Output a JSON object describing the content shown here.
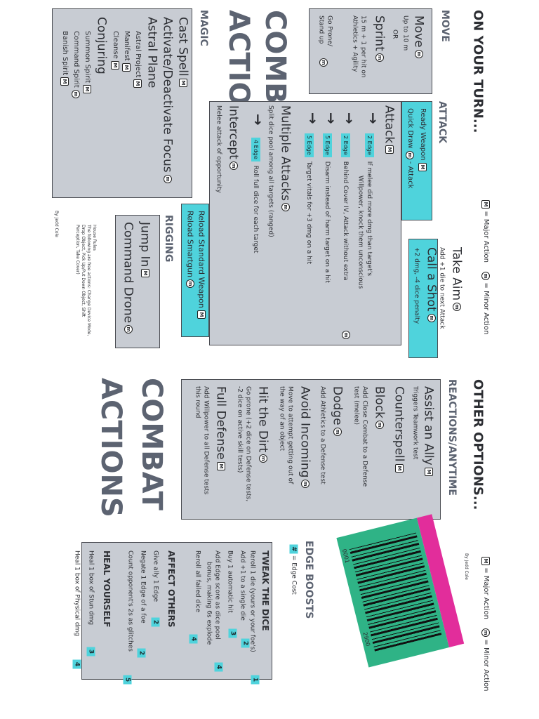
{
  "legend": {
    "major_label": "= Major Action",
    "minor_label": "= Minor Action",
    "major_symbol": "M",
    "minor_symbol": "m"
  },
  "on_your_turn": {
    "heading": "ON YOUR TURN...",
    "title_line1": "COMBAT",
    "title_line2": "ACTIONS",
    "move": {
      "section": "MOVE",
      "move": "Move",
      "move_sub": "Up to 10 m",
      "or": "OR",
      "sprint": "Sprint",
      "sprint_sub1": "15 m + 1 per hit on",
      "sprint_sub2": "Athletics + Agility",
      "prone1": "Go Prone/",
      "prone2": "Stand up"
    },
    "magic": {
      "section": "MAGIC",
      "items": [
        "Cast Spell",
        "Activate/Deactivate Focus",
        "Astral Plane"
      ],
      "astral_sub": [
        "Astral Project",
        "Manifest",
        "Cleanse"
      ],
      "conjuring": "Conjuring",
      "conjuring_sub": [
        "Summon Spirit",
        "Command Spirit",
        "Banish Spirit"
      ]
    },
    "attack": {
      "section": "ATTACK",
      "ready": "Ready Weapon",
      "quick": "Quick Draw",
      "quick_suffix": "- Attack",
      "attack": "Attack",
      "edges": [
        {
          "cost": "2 Edge",
          "text1": "If melee did more dmg than target's",
          "text2": "Willpower, knock them unconscious"
        },
        {
          "cost": "2 Edge",
          "text1": "Behind Cover IV, Attack without extra",
          "text2": ""
        },
        {
          "cost": "5 Edge",
          "text1": "Disarm instead of harm target on a hit",
          "text2": ""
        },
        {
          "cost": "5 Edge",
          "text1": "Target vitals for +3 dmg on a hit",
          "text2": ""
        }
      ],
      "multiple": "Multiple Attacks",
      "multiple_sub": "Split dice pool among all targets (ranged)",
      "multi_edge": "4 Edge",
      "multi_text": "Roll full dice for each target",
      "intercept": "Intercept",
      "intercept_sub": "Melee attack of opportunity"
    },
    "aim": {
      "take_aim": "Take Aim",
      "aim_sub": "Add +1 die to next Attack",
      "call_shot": "Call a Shot",
      "call_sub": "+2 dmg, -4 dice penalty"
    },
    "reload": {
      "line1": "Reload Standard Weapon",
      "line2": "Reload Smartgun"
    },
    "rigging": {
      "section": "RIGGING",
      "jump": "Jump In",
      "drone": "Command Drone"
    },
    "house_rules": {
      "title": "House Rules",
      "l1": "The following are free actions: Change Device Mode,",
      "l2": "Drop Object, Pick Up/Put Down Object, Shift",
      "l3": "Perception, Take Cover)",
      "credit": "By Jedd Cole"
    }
  },
  "other_options": {
    "heading": "OTHER OPTIONS...",
    "title_line1": "COMBAT",
    "title_line2": "ACTIONS",
    "reactions": {
      "section": "REACTIONS/ANYTIME",
      "assist": "Assist an Ally",
      "assist_sub": "Triggers Teamwork test",
      "counterspell": "Counterspell",
      "block": "Block",
      "block_sub1": "Add Close Combat to a Defense",
      "block_sub2": "test (melee)",
      "dodge": "Dodge",
      "dodge_sub": "Add Athletics to a Defense test",
      "avoid": "Avoid Incoming",
      "avoid_sub1": "Move to attempt getting out of",
      "avoid_sub2": "the way of an object",
      "dirt": "Hit the Dirt",
      "dirt_sub1": "Go prone (+2 dice on Defense tests,",
      "dirt_sub2": "-2 dice on active skill tests)",
      "full": "Full Defense",
      "full_sub1": "Add Willpower to all Defense tests",
      "full_sub2": "this round"
    },
    "edge_boosts": {
      "section": "EDGE BOOSTS",
      "legend_symbol": "#",
      "legend_text": "= Edge Cost",
      "tweak": "TWEAK THE DICE",
      "tweak_items": [
        {
          "text": "Reroll 1 die (yours or your foe's)",
          "cost": "1"
        },
        {
          "text": "Add +1 to a single die",
          "cost": "2"
        },
        {
          "text": "Buy 1 automatic hit",
          "cost": "3"
        },
        {
          "text": "Add Edge score as dice pool",
          "cost": "4"
        },
        {
          "text": "bonus, making 6s explode",
          "cost": ""
        },
        {
          "text": "Reroll all failed dice",
          "cost": "4"
        }
      ],
      "affect": "AFFECT OTHERS",
      "affect_items": [
        {
          "text": "Give ally 1 Edge",
          "cost": "2"
        },
        {
          "text": "Negate 1 Edge of a foe",
          "cost": "2"
        },
        {
          "text": "Count opponent's 2s as glitches",
          "cost": "5"
        }
      ],
      "heal": "HEAL YOURSELF",
      "heal_items": [
        {
          "text": "Heal 1 box of Stun dmg",
          "cost": "3"
        },
        {
          "text": "Heal 1 box of Physical dmg",
          "cost": "4"
        }
      ]
    },
    "barcode": {
      "credit": "By Jedd Cole",
      "digits_top": "0001",
      "digits_bottom": "2900"
    }
  },
  "colors": {
    "accent": "#4fd3dc",
    "box": "#c8ccd3",
    "title": "#5c6371",
    "magenta": "#e22d9b",
    "barcode_green": "#2fb386"
  }
}
